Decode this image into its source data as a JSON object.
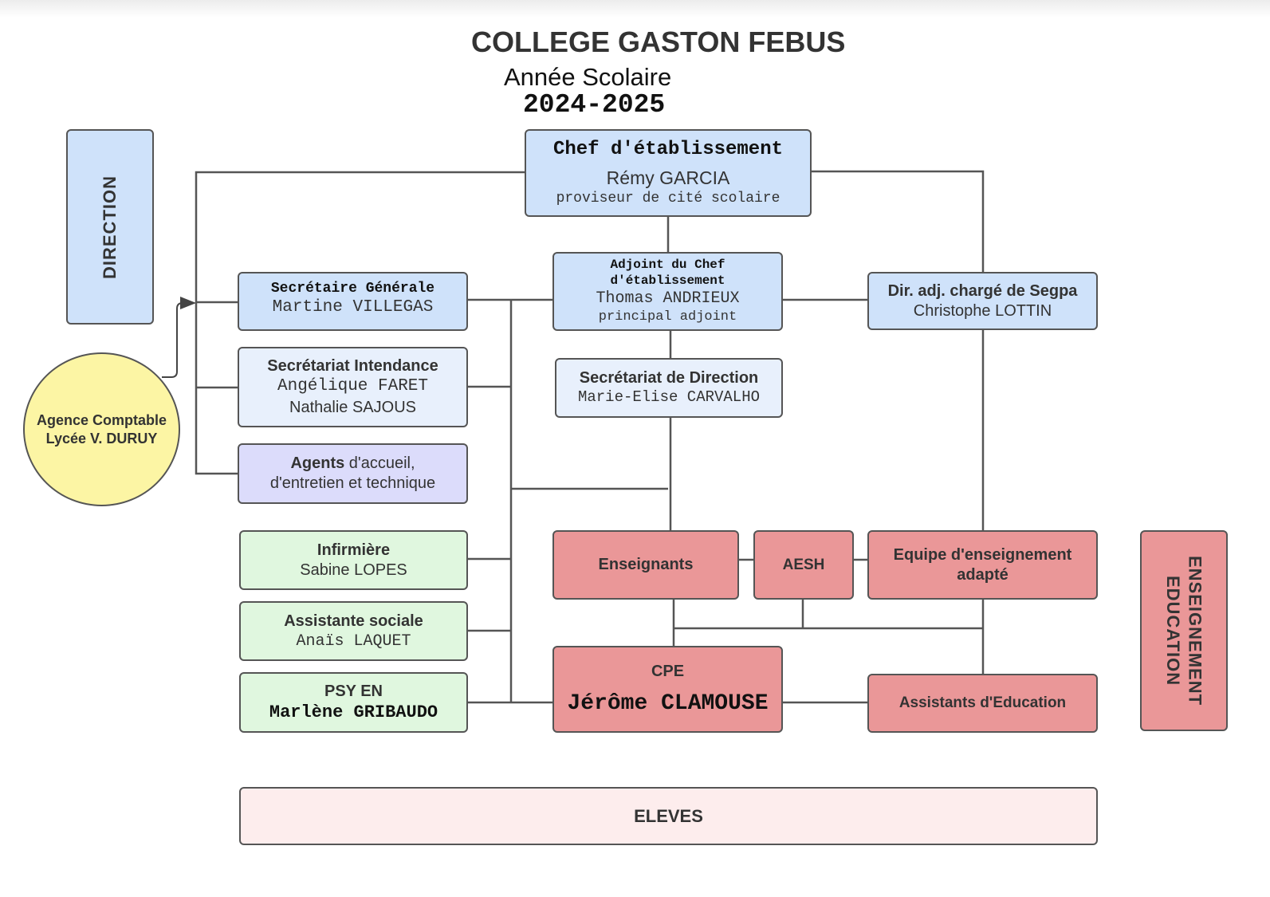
{
  "header": {
    "title": "COLLEGE GASTON FEBUS",
    "subtitle": "Année Scolaire",
    "year": "2024-2025"
  },
  "side_labels": {
    "direction": "DIRECTION",
    "education": "EDUCATION",
    "enseignement": "ENSEIGNEMENT"
  },
  "chef": {
    "title": "Chef d'établissement",
    "name": "Rémy GARCIA",
    "role": "proviseur de cité scolaire"
  },
  "adjoint": {
    "title_line1": "Adjoint du Chef",
    "title_line2": "d'établissement",
    "name": "Thomas ANDRIEUX",
    "role": "principal adjoint"
  },
  "segpa": {
    "title": "Dir. adj. chargé de Segpa",
    "name": "Christophe LOTTIN"
  },
  "secretaire_generale": {
    "title": "Secrétaire Générale",
    "name": "Martine VILLEGAS"
  },
  "secretariat_intendance": {
    "title": "Secrétariat Intendance",
    "name1": "Angélique FARET",
    "name2": "Nathalie SAJOUS"
  },
  "agents": {
    "bold": "Agents",
    "rest": " d'accueil,",
    "line2": "d'entretien et technique"
  },
  "secretariat_direction": {
    "title": "Secrétariat de Direction",
    "name": "Marie-Elise CARVALHO"
  },
  "agence_comptable": {
    "line1": "Agence Comptable",
    "line2": "Lycée V. DURUY"
  },
  "infirmiere": {
    "title": "Infirmière",
    "name": "Sabine LOPES"
  },
  "assistante_sociale": {
    "title": "Assistante sociale",
    "name": "Anaïs LAQUET"
  },
  "psy": {
    "title": "PSY EN",
    "name": "Marlène GRIBAUDO"
  },
  "enseignants": {
    "title": "Enseignants"
  },
  "aesh": {
    "title": "AESH"
  },
  "equipe": {
    "line1": "Equipe d'enseignement",
    "line2": "adapté"
  },
  "cpe": {
    "title": "CPE",
    "name": "Jérôme CLAMOUSE"
  },
  "assistants_education": {
    "title": "Assistants d'Education"
  },
  "eleves": {
    "title": "ELEVES"
  },
  "colors": {
    "blue": "#cfe2fa",
    "light_blue": "#e8f0fc",
    "lavender": "#dcdcfb",
    "green": "#e0f7df",
    "red": "#ea9798",
    "pink": "#fdeded",
    "yellow": "#fcf5a4",
    "line": "#555555"
  }
}
